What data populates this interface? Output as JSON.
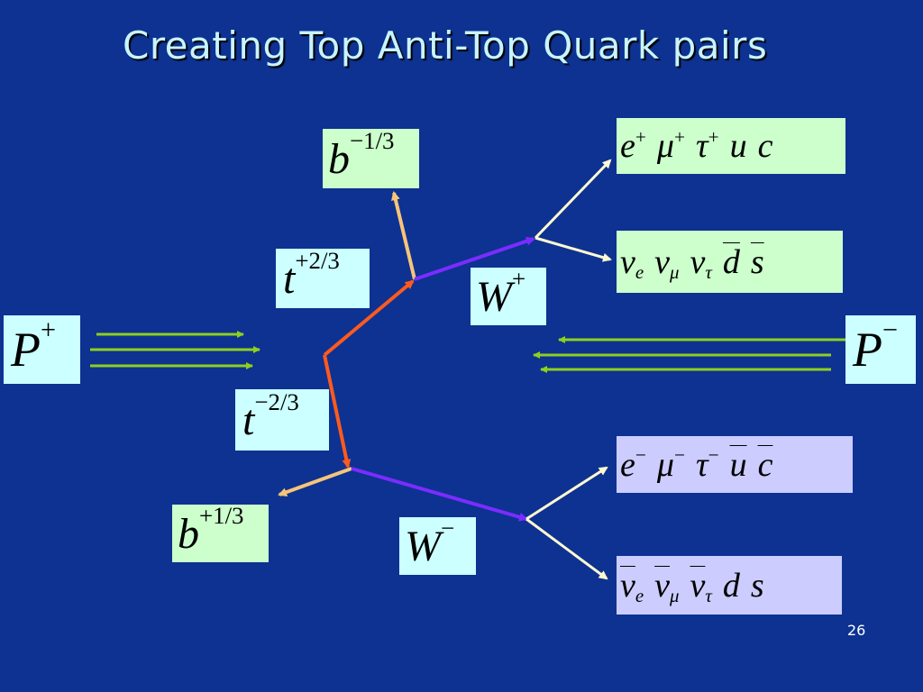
{
  "title": "Creating Top Anti-Top Quark pairs",
  "page_number": "26",
  "colors": {
    "background": "#0d3291",
    "beam_arrows": "#8ed01e",
    "top_quark_line": "#ff5a1e",
    "w_boson_line": "#7b2cff",
    "b_quark_line": "#f6c57a",
    "decay_line": "#fff9d0"
  },
  "particles": {
    "proton_plus": {
      "base": "P",
      "sup": "+"
    },
    "proton_minus": {
      "base": "P",
      "sup": "−"
    },
    "top": {
      "base": "t",
      "sup": "+2/3"
    },
    "antitop": {
      "base": "t",
      "sup": "−2/3"
    },
    "bottom": {
      "base": "b",
      "sup": "−1/3"
    },
    "antibottom": {
      "base": "b",
      "sup": "+1/3"
    },
    "w_plus": {
      "base": "W",
      "sup": "+"
    },
    "w_minus": {
      "base": "W",
      "sup": "−"
    }
  },
  "decays": {
    "w_plus_leptons": [
      {
        "base": "e",
        "sup": "+"
      },
      {
        "base": "μ",
        "sup": "+"
      },
      {
        "base": "τ",
        "sup": "+"
      },
      {
        "base": "u"
      },
      {
        "base": "c"
      }
    ],
    "w_plus_neutrinos": [
      {
        "base": "ν",
        "sub": "e"
      },
      {
        "base": "ν",
        "sub": "μ"
      },
      {
        "base": "ν",
        "sub": "τ"
      },
      {
        "base": "d",
        "bar": true
      },
      {
        "base": "s",
        "bar": true
      }
    ],
    "w_minus_leptons": [
      {
        "base": "e",
        "sup": "−"
      },
      {
        "base": "μ",
        "sup": "−"
      },
      {
        "base": "τ",
        "sup": "−"
      },
      {
        "base": "u",
        "bar": true
      },
      {
        "base": "c",
        "bar": true
      }
    ],
    "w_minus_neutrinos": [
      {
        "base": "ν",
        "sub": "e",
        "bar": true
      },
      {
        "base": "ν",
        "sub": "μ",
        "bar": true
      },
      {
        "base": "ν",
        "sub": "τ",
        "bar": true
      },
      {
        "base": "d"
      },
      {
        "base": "s"
      }
    ]
  }
}
